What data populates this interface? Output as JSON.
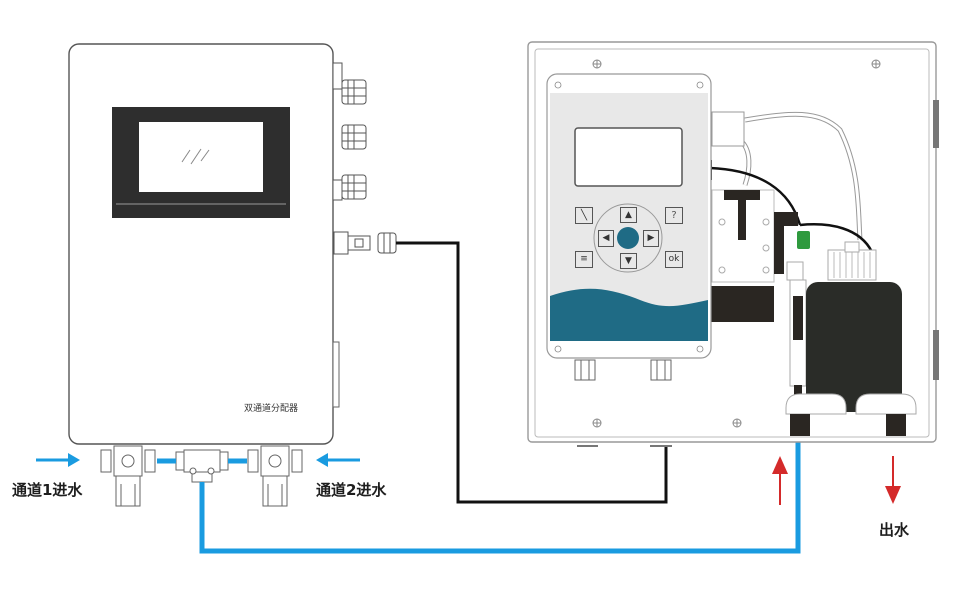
{
  "diagram": {
    "title": "",
    "distributor": {
      "name": "双通道分配器",
      "screen_glyph": "///"
    },
    "analyzer": {
      "keypad": {
        "top_left": "wrench-key",
        "top_right": "?",
        "bottom_left": "menu-key",
        "bottom_right": "ok",
        "arrows": [
          "up",
          "down",
          "left",
          "right"
        ]
      }
    },
    "labels": {
      "inlet_channel_1": "通道1进水",
      "inlet_channel_2": "通道2进水",
      "outlet": "出水"
    },
    "colors": {
      "water_line": "#1a9be0",
      "signal_cable": "#111111",
      "flow_arrow_in": "#1a9be0",
      "flow_arrow_red": "#d42a2a",
      "wave_panel": "#1f6b85",
      "keypad_center": "#1f6b85",
      "sensor_dark": "#2a2c28",
      "connector_green": "#2f9a3e"
    }
  }
}
